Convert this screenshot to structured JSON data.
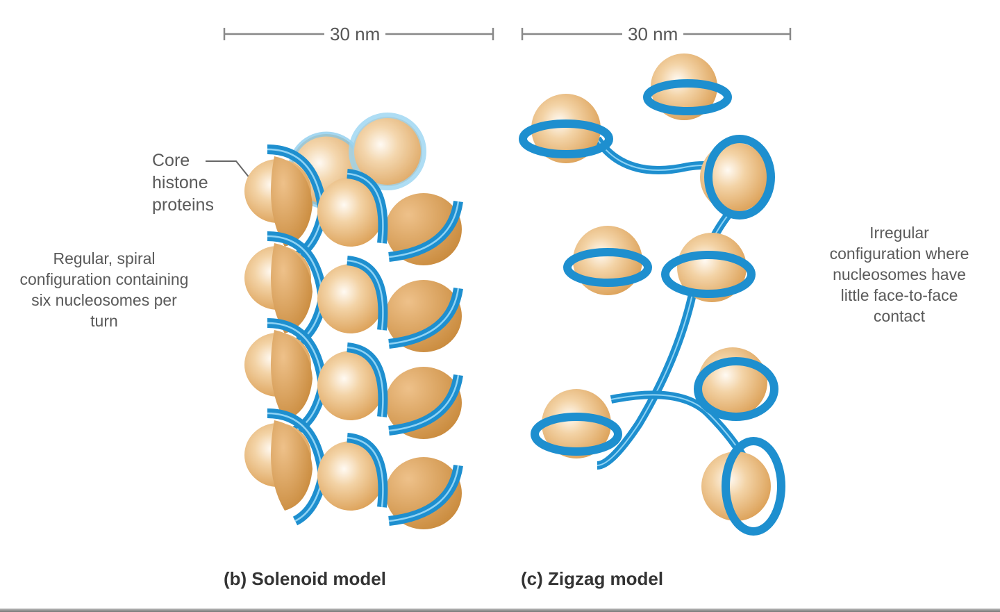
{
  "figure": {
    "panel_b": {
      "scale_bar": "30 nm",
      "caption": "(b) Solenoid model",
      "description": "Regular, spiral configuration containing six nucleosomes per turn",
      "pointer_label": "Core histone proteins",
      "pointer_label_lines": [
        "Core",
        "histone",
        "proteins"
      ],
      "description_lines": [
        "Regular, spiral",
        "configuration containing",
        "six nucleosomes per",
        "turn"
      ]
    },
    "panel_c": {
      "scale_bar": "30 nm",
      "caption": "(c) Zigzag model",
      "description": "Irregular configuration where nucleosomes have little face-to-face contact",
      "description_lines": [
        "Irregular",
        "configuration where",
        "nucleosomes have",
        "little face-to-face",
        "contact"
      ]
    },
    "colors": {
      "dna": "#1e8fcf",
      "dna_highlight": "#8fd3f5",
      "histone": "#e2ad6a",
      "histone_light": "#fbe9d2",
      "histone_dark": "#c98a3c",
      "text": "#5a5a5a",
      "caption": "#333333"
    }
  }
}
